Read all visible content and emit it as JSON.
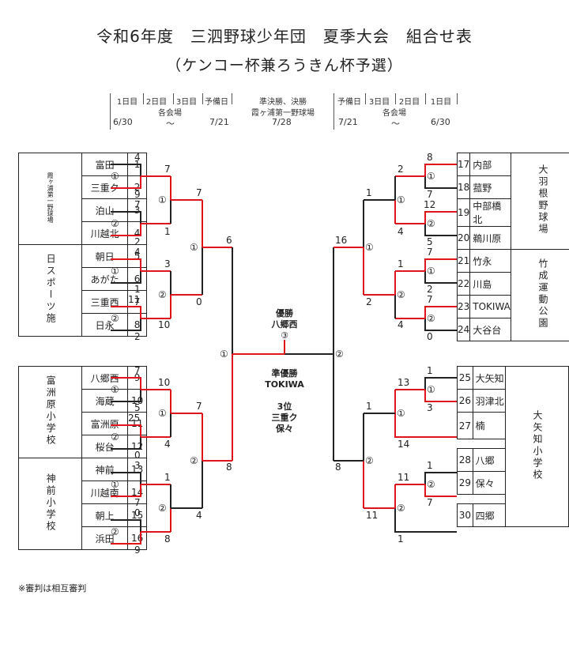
{
  "title": "令和6年度　三泗野球少年団　夏季大会　組合せ表",
  "subtitle": "（ケンコー杯兼ろうきん杯予選）",
  "schedule": {
    "left": {
      "d1": "1日目",
      "d2": "2日目",
      "d3": "3日目",
      "d4": "予備日",
      "venue": "各会場",
      "start": "6/30",
      "tilde": "〜",
      "end": "7/21"
    },
    "center": {
      "line1": "準決勝、決勝",
      "line2": "霞ヶ浦第一野球場",
      "date": "7/28"
    },
    "right": {
      "d4": "予備日",
      "d3": "3日目",
      "d2": "2日目",
      "d1": "1日目",
      "venue": "各会場",
      "start": "7/21",
      "tilde": "〜",
      "end": "6/30"
    }
  },
  "left_teams": [
    {
      "no": "1",
      "name": "富田"
    },
    {
      "no": "2",
      "name": "三重ク"
    },
    {
      "no": "3",
      "name": "泊山"
    },
    {
      "no": "4",
      "name": "川越北"
    },
    {
      "no": "5",
      "name": "朝日"
    },
    {
      "no": "6",
      "name": "あがた"
    },
    {
      "no": "7",
      "name": "三重西"
    },
    {
      "no": "8",
      "name": "日永"
    },
    {
      "no": "9",
      "name": "八郷西"
    },
    {
      "no": "10",
      "name": "海蔵"
    },
    {
      "no": "11",
      "name": "富洲原"
    },
    {
      "no": "12",
      "name": "桜台"
    },
    {
      "no": "13",
      "name": "神前"
    },
    {
      "no": "14",
      "name": "川越南"
    },
    {
      "no": "15",
      "name": "朝上"
    },
    {
      "no": "16",
      "name": "浜田"
    }
  ],
  "right_teams": [
    {
      "no": "17",
      "name": "内部"
    },
    {
      "no": "18",
      "name": "菰野"
    },
    {
      "no": "19",
      "name": "中部橋北"
    },
    {
      "no": "20",
      "name": "鵜川原"
    },
    {
      "no": "21",
      "name": "竹永"
    },
    {
      "no": "22",
      "name": "川島"
    },
    {
      "no": "23",
      "name": "TOKIWA"
    },
    {
      "no": "24",
      "name": "大谷台"
    },
    {
      "no": "25",
      "name": "大矢知"
    },
    {
      "no": "26",
      "name": "羽津北"
    },
    {
      "no": "27",
      "name": "楠"
    },
    {
      "no": "28",
      "name": "八郷"
    },
    {
      "no": "29",
      "name": "保々"
    },
    {
      "no": "30",
      "name": "四郷"
    }
  ],
  "venues": {
    "left": [
      "霞ヶ浦第一野球場",
      "日スポーツ施",
      "富洲原小学校",
      "神前小学校"
    ],
    "right": [
      "大羽根野球場",
      "竹成運動公園",
      "大矢知小学校"
    ]
  },
  "results": {
    "champion_label": "優勝",
    "champion": "八郷西",
    "final_marker": "③",
    "runner_up_label": "準優勝",
    "runner_up": "TOKIWA",
    "third_label": "3位",
    "third1": "三重ク",
    "third2": "保々"
  },
  "note": "※審判は相互審判",
  "colors": {
    "win_line": "#e0141b",
    "line": "#222222"
  }
}
